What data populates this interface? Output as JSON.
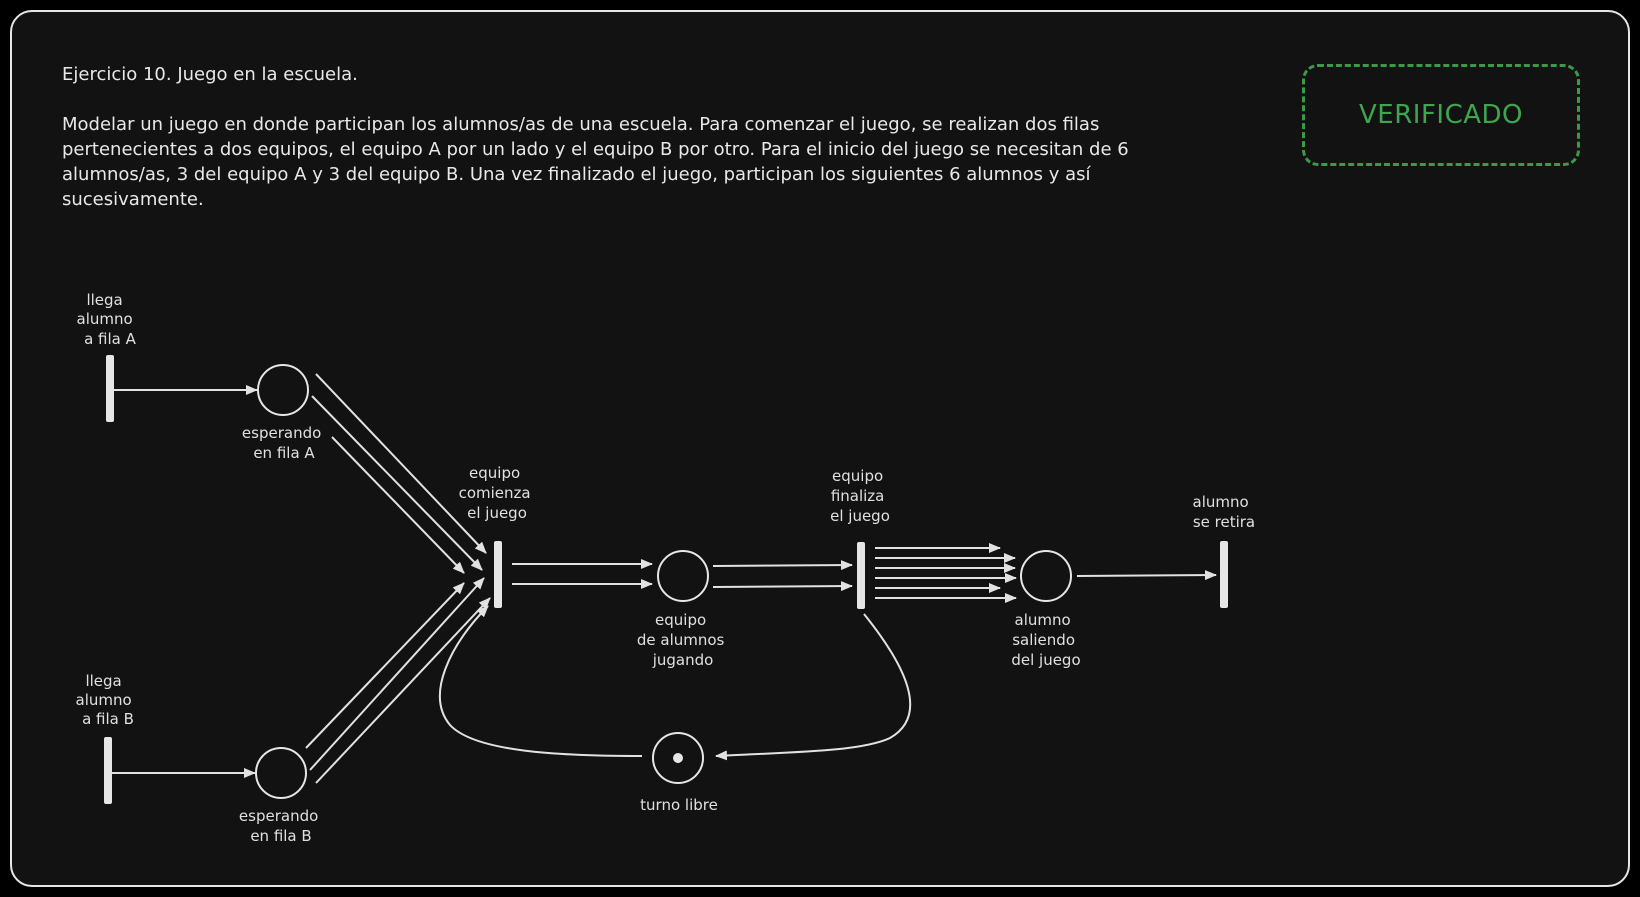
{
  "exercise": {
    "title": "Ejercicio 10. Juego en la escuela.",
    "statement": "Modelar un juego en donde participan los alumnos/as de una escuela. Para comenzar el juego, se realizan dos filas pertenecientes a dos equipos, el equipo A por un lado y el equipo B por otro. Para el inicio del juego se necesitan de 6 alumnos/as, 3 del equipo A y 3 del equipo B. Una vez finalizado el juego, participan los siguientes 6 alumnos y así sucesivamente."
  },
  "stamp": {
    "text": "VERIFICADO",
    "color": "#3fa54f"
  },
  "petri_net": {
    "transitions": [
      {
        "id": "t_llega_a",
        "label_lines": [
          "llega",
          "alumno",
          "a fila A"
        ]
      },
      {
        "id": "t_llega_b",
        "label_lines": [
          "llega",
          "alumno",
          "a fila B"
        ]
      },
      {
        "id": "t_comienza",
        "label_lines": [
          "equipo",
          "comienza",
          "el juego"
        ]
      },
      {
        "id": "t_finaliza",
        "label_lines": [
          "equipo",
          "finaliza",
          "el juego"
        ]
      },
      {
        "id": "t_retira",
        "label_lines": [
          "alumno",
          "se retira"
        ]
      }
    ],
    "places": [
      {
        "id": "p_fila_a",
        "label_lines": [
          "esperando",
          "en fila A"
        ],
        "tokens": 0
      },
      {
        "id": "p_fila_b",
        "label_lines": [
          "esperando",
          "en fila B"
        ],
        "tokens": 0
      },
      {
        "id": "p_jugando",
        "label_lines": [
          "equipo",
          "de alumnos",
          "jugando"
        ],
        "tokens": 0
      },
      {
        "id": "p_saliendo",
        "label_lines": [
          "alumno",
          "saliendo",
          "del juego"
        ],
        "tokens": 0
      },
      {
        "id": "p_turno",
        "label_lines": [
          "turno libre"
        ],
        "tokens": 1
      }
    ],
    "arcs": [
      {
        "from": "t_llega_a",
        "to": "p_fila_a",
        "weight": 1
      },
      {
        "from": "t_llega_b",
        "to": "p_fila_b",
        "weight": 1
      },
      {
        "from": "p_fila_a",
        "to": "t_comienza",
        "weight": 3
      },
      {
        "from": "p_fila_b",
        "to": "t_comienza",
        "weight": 3
      },
      {
        "from": "t_comienza",
        "to": "p_jugando",
        "weight": 2
      },
      {
        "from": "p_jugando",
        "to": "t_finaliza",
        "weight": 2
      },
      {
        "from": "t_finaliza",
        "to": "p_saliendo",
        "weight": 6
      },
      {
        "from": "p_saliendo",
        "to": "t_retira",
        "weight": 1
      },
      {
        "from": "t_finaliza",
        "to": "p_turno",
        "weight": 1
      },
      {
        "from": "p_turno",
        "to": "t_comienza",
        "weight": 1
      }
    ]
  }
}
